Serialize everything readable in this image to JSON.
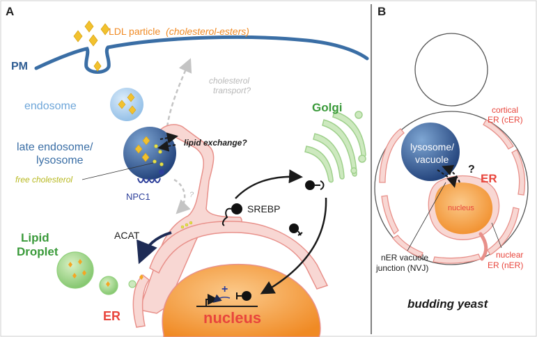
{
  "panel_a": {
    "letter": "A",
    "ldl_label": "LDL particle",
    "ldl_sub": "(cholesterol-esters)",
    "pm": "PM",
    "endosome": "endosome",
    "late_endo_1": "late endosome/",
    "late_endo_2": "lysosome",
    "lipid_exchange": "lipid exchange?",
    "chol_transport_1": "cholesterol",
    "chol_transport_2": "transport?",
    "free_chol": "free cholesterol",
    "npc1": "NPC1",
    "question": "?",
    "golgi": "Golgi",
    "srebp": "SREBP",
    "acat": "ACAT",
    "ld_1": "Lipid",
    "ld_2": "Droplet",
    "er": "ER",
    "nucleus": "nucleus",
    "plus": "+"
  },
  "panel_b": {
    "letter": "B",
    "cortical_1": "cortical",
    "cortical_2": "ER (cER)",
    "lyso_1": "lysosome/",
    "lyso_2": "vacuole",
    "question": "?",
    "er": "ER",
    "nucleus": "nucleus",
    "nvj_1": "nER vacuole",
    "nvj_2": "junction (NVJ)",
    "nuclear_er_1": "nuclear",
    "nuclear_er_2": "ER (nER)",
    "caption": "budding yeast"
  },
  "colors": {
    "pm": "#3a6ea5",
    "ldl": "#f2c12e",
    "endosome_label": "#6ea6d9",
    "late_endo_label": "#3a6ea5",
    "golgi": "#3a9a3a",
    "er_red": "#e8453c",
    "er_fill": "#f8d7d3",
    "nucleus_fill": "#f7a04a",
    "orange_text": "#f08a24",
    "free_chol": "#b7b81e",
    "npc1": "#2d3f9a",
    "grey": "#b8b8b8"
  }
}
